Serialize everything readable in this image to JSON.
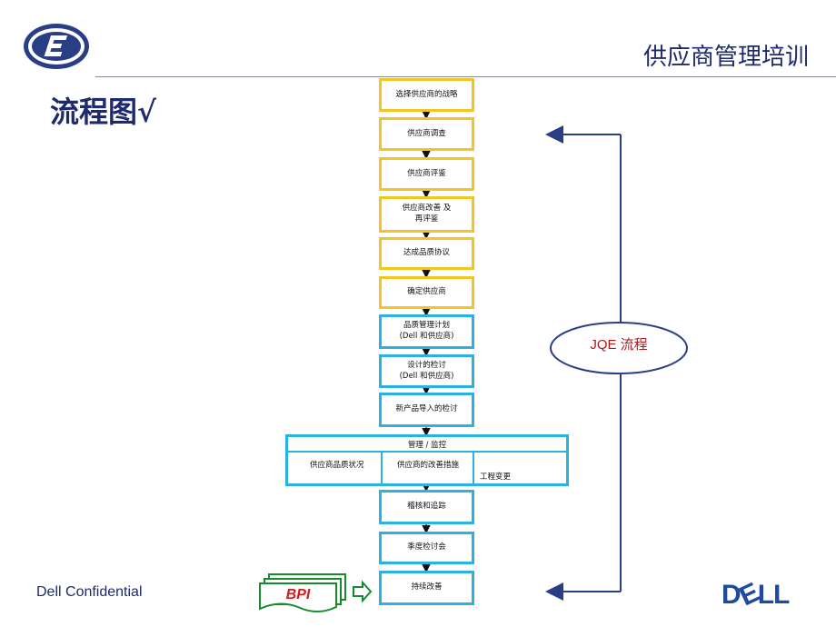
{
  "header": {
    "title": "供应商管理培训"
  },
  "section": {
    "title": "流程图√"
  },
  "footer": {
    "confidential": "Dell Confidential",
    "logo_text": "DELL"
  },
  "flow": {
    "steps": [
      {
        "line1": "选择供应商的战略",
        "line2": ""
      },
      {
        "line1": "供应商调查",
        "line2": ""
      },
      {
        "line1": "供应商评鉴",
        "line2": ""
      },
      {
        "line1": "供应商改善 及",
        "line2": "再评鉴"
      },
      {
        "line1": "达成品质协议",
        "line2": ""
      },
      {
        "line1": "确定供应商",
        "line2": ""
      },
      {
        "line1": "品质管理计划",
        "line2": "(Dell 和供应商)"
      },
      {
        "line1": "设计的检讨",
        "line2": "(Dell 和供应商)"
      },
      {
        "line1": "新产品导入的检讨",
        "line2": ""
      }
    ],
    "management": {
      "title": "管理 / 监控",
      "cells": [
        "供应商品质状况",
        "供应商的改善措施",
        "工程变更"
      ]
    },
    "after_steps": [
      {
        "line1": "稽核和追踪"
      },
      {
        "line1": "季度检讨会"
      },
      {
        "line1": "持续改善"
      }
    ]
  },
  "loop": {
    "label": "JQE 流程"
  },
  "bpi": {
    "label": "BPI"
  },
  "colors": {
    "yellow": "#f2c521",
    "blue": "#2bb1e3",
    "navy": "#1e2a6e",
    "red": "#b0191e"
  }
}
